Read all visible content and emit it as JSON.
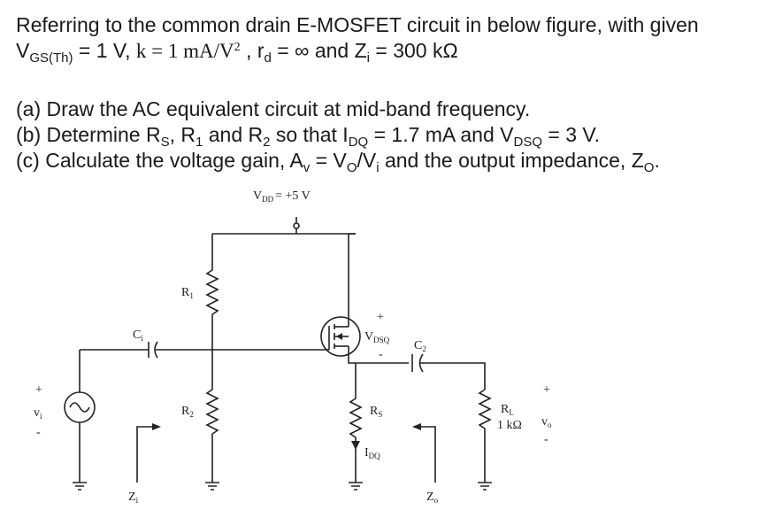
{
  "question": {
    "intro_line1": "Referring to the common drain E-MOSFET circuit in below figure, with given",
    "given": {
      "vgs_th_sym": "V",
      "vgs_th_sub": "GS(Th)",
      "vgs_th_val": " = 1 V, ",
      "k_text": "k = 1 mA/V",
      "k_sup": "2",
      "comma": " , ",
      "rd_sym": "r",
      "rd_sub": "d",
      "rd_val": " = ∞ and ",
      "zi_sym": "Z",
      "zi_sub": "i",
      "zi_val": " = 300 kΩ"
    },
    "part_a": "(a) Draw the AC equivalent circuit at mid-band frequency.",
    "part_b": {
      "p1": "(b) Determine R",
      "s1": "S",
      "p2": ", R",
      "s2": "1",
      "p3": " and R",
      "s3": "2",
      "p4": " so that I",
      "s4": "DQ",
      "p5": " = 1.7 mA and V",
      "s5": "DSQ",
      "p6": " = 3 V."
    },
    "part_c": {
      "p1": "(c) Calculate the voltage gain, A",
      "s1": "v",
      "p2": " = V",
      "s2": "O",
      "p3": "/V",
      "s3": "i",
      "p4": " and the output impedance, Z",
      "s4": "O",
      "p5": "."
    }
  },
  "circuit": {
    "vdd": {
      "sym": "V",
      "sub": "DD",
      "val": "= +5 V"
    },
    "r1": {
      "sym": "R",
      "sub": "1"
    },
    "r2": {
      "sym": "R",
      "sub": "2"
    },
    "rs": {
      "sym": "R",
      "sub": "S"
    },
    "rl": {
      "sym": "R",
      "sub": "L",
      "val": "1 kΩ"
    },
    "c_in": {
      "sym": "C",
      "sub": "i"
    },
    "c2": {
      "sym": "C",
      "sub": "2"
    },
    "vdsq": {
      "plus": "+",
      "sym": "V",
      "sub": "DSQ",
      "minus": "-"
    },
    "idq": {
      "sym": "I",
      "sub": "DQ"
    },
    "vi": {
      "plus": "+",
      "sym": "v",
      "sub": "i",
      "minus": "-"
    },
    "vo": {
      "plus": "+",
      "sym": "v",
      "sub": "o",
      "minus": "-"
    },
    "zi": {
      "sym": "Z",
      "sub": "i"
    },
    "zo": {
      "sym": "Z",
      "sub": "o"
    }
  }
}
